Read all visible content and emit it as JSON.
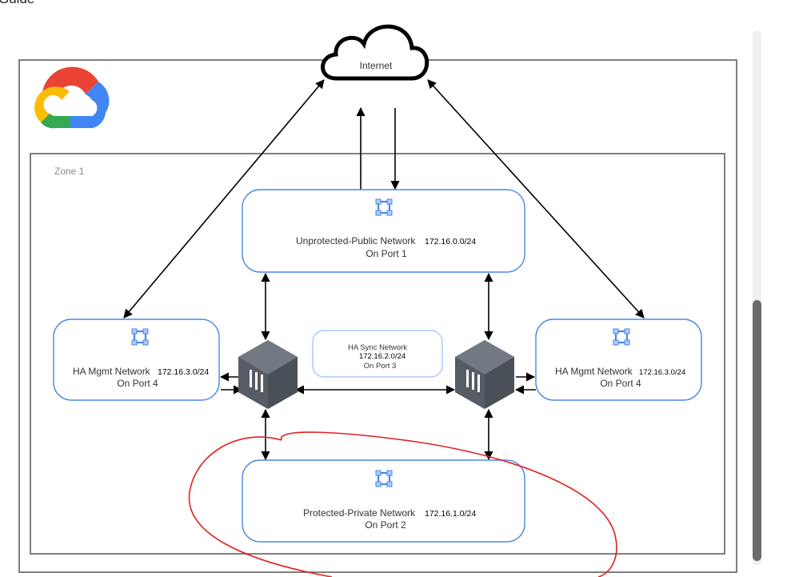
{
  "page": {
    "title": "Guide"
  },
  "diagram": {
    "zone_label": "Zone 1",
    "internet_label": "Internet",
    "public_network": {
      "name": "Unprotected-Public Network",
      "cidr": "172.16.0.0/24",
      "port": "On Port 1"
    },
    "private_network": {
      "name": "Protected-Private Network",
      "cidr": "172.16.1.0/24",
      "port": "On Port 2"
    },
    "sync_network": {
      "name": "HA Sync Network",
      "cidr": "172.16.2.0/24",
      "port": "On Port 3"
    },
    "mgmt_left": {
      "name": "HA Mgmt Network",
      "cidr": "172.16.3.0/24",
      "port": "On Port 4"
    },
    "mgmt_right": {
      "name": "HA Mgmt Network",
      "cidr": "172.16.3.0/24",
      "port": "On Port 4"
    },
    "icons": [
      "google-cloud-logo",
      "vpc-network-icon",
      "firewall-appliance-icon",
      "internet-cloud-icon"
    ],
    "colors": {
      "box_border": "#4a86e8",
      "annotation": "#e02020",
      "firewall": "#4f5660"
    }
  }
}
